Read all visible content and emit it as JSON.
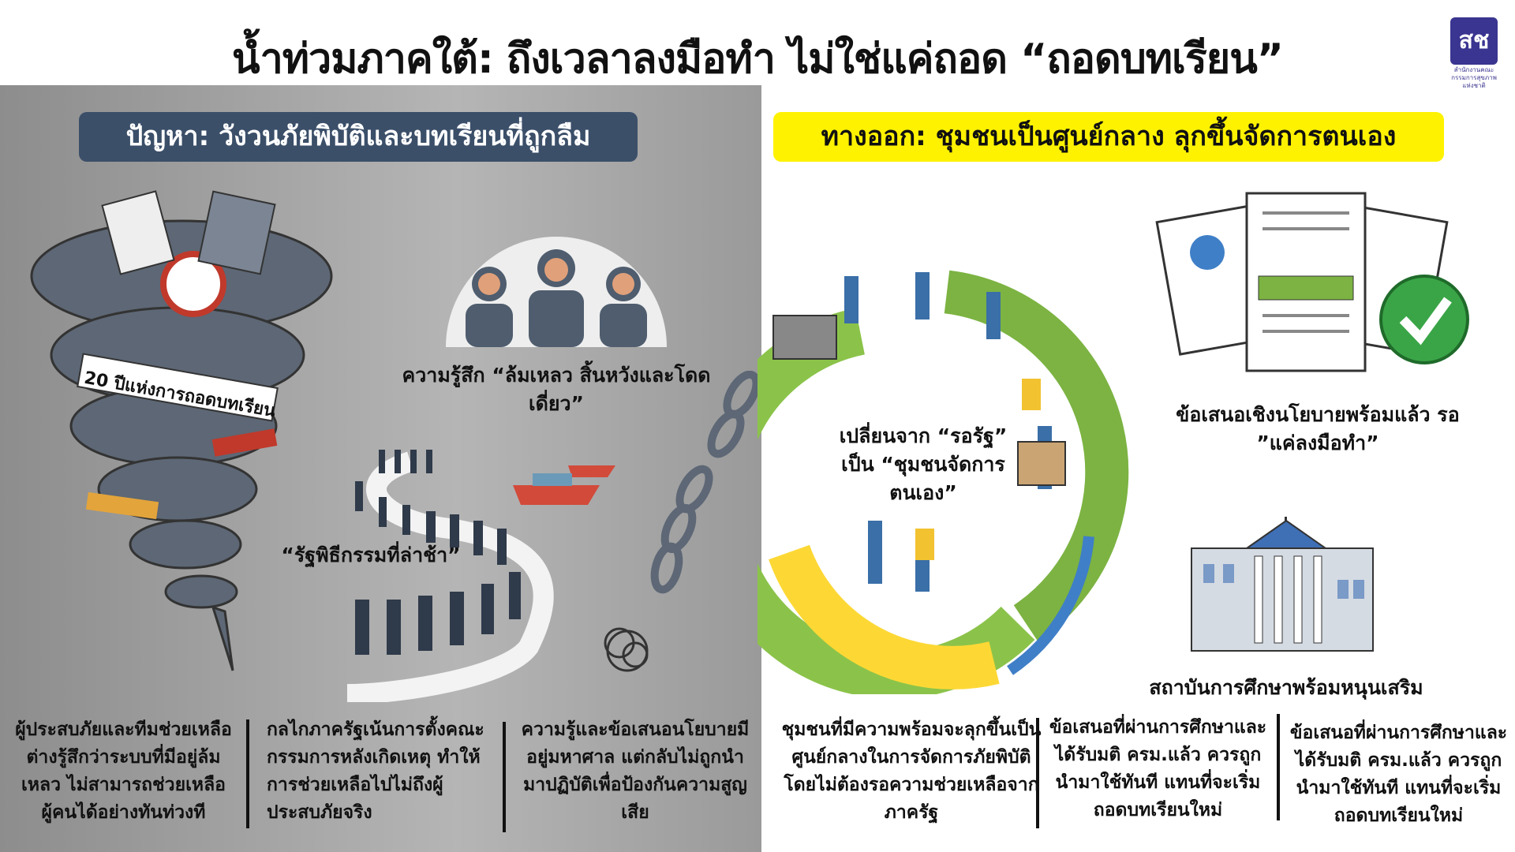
{
  "title": "น้ำท่วมภาคใต้: ถึงเวลาลงมือทำ ไม่ใช่แค่ถอด “ถอดบทเรียน”",
  "logo": {
    "mark": "สช",
    "caption": "สำนักงานคณะกรรมการสุขภาพแห่งชาติ"
  },
  "problem": {
    "heading": "ปัญหา: วังวนภัยพิบัติและบทเรียนที่ถูกลืม",
    "tornado_label": "20 ปีแห่งการถอดบทเรียน",
    "feeling_label": "ความรู้สึก “ล้มเหลว  สิ้นหวังและโดดเดี่ยว”",
    "ritual_label": "“รัฐพิธีกรรมที่ล่าช้า”",
    "columns": [
      "ผู้ประสบภัยและทีมช่วยเหลือต่างรู้สึกว่าระบบที่มีอยู่ล้มเหลว ไม่สามารถช่วยเหลือผู้คนได้อย่างทันท่วงที",
      "กลไกภาครัฐเน้นการตั้งคณะกรรมการหลังเกิดเหตุ ทำให้การช่วยเหลือไปไม่ถึงผู้ประสบภัยจริง",
      "ความรู้และข้อเสนอนโยบายมีอยู่มหาศาล แต่กลับไม่ถูกนำมาปฏิบัติเพื่อป้องกันความสูญเสีย"
    ]
  },
  "solution": {
    "heading": "ทางออก: ชุมชนเป็นศูนย์กลาง ลุกขึ้นจัดการตนเอง",
    "cycle_label": "เปลี่ยนจาก “รอรัฐ” เป็น “ชุมชนจัดการตนเอง”",
    "policy_label": "ข้อเสนอเชิงนโยบายพร้อมแล้ว รอ ”แค่ลงมือทำ”",
    "institution_label": "สถาบันการศึกษาพร้อมหนุนเสริม",
    "columns": [
      "ชุมชนที่มีความพร้อมจะลุกขึ้นเป็นศูนย์กลางในการจัดการภัยพิบัติ โดยไม่ต้องรอความช่วยเหลือจากภาครัฐ",
      "ข้อเสนอที่ผ่านการศึกษาและได้รับมติ ครม.แล้ว ควรถูกนำมาใช้ทันที แทนที่จะเริ่มถอดบทเรียนใหม่",
      "ข้อเสนอที่ผ่านการศึกษาและได้รับมติ ครม.แล้ว ควรถูกนำมาใช้ทันที แทนที่จะเริ่มถอดบทเรียนใหม่"
    ]
  },
  "colors": {
    "navy": "#3b4f69",
    "yellow": "#fff200",
    "logo": "#3a3590"
  }
}
